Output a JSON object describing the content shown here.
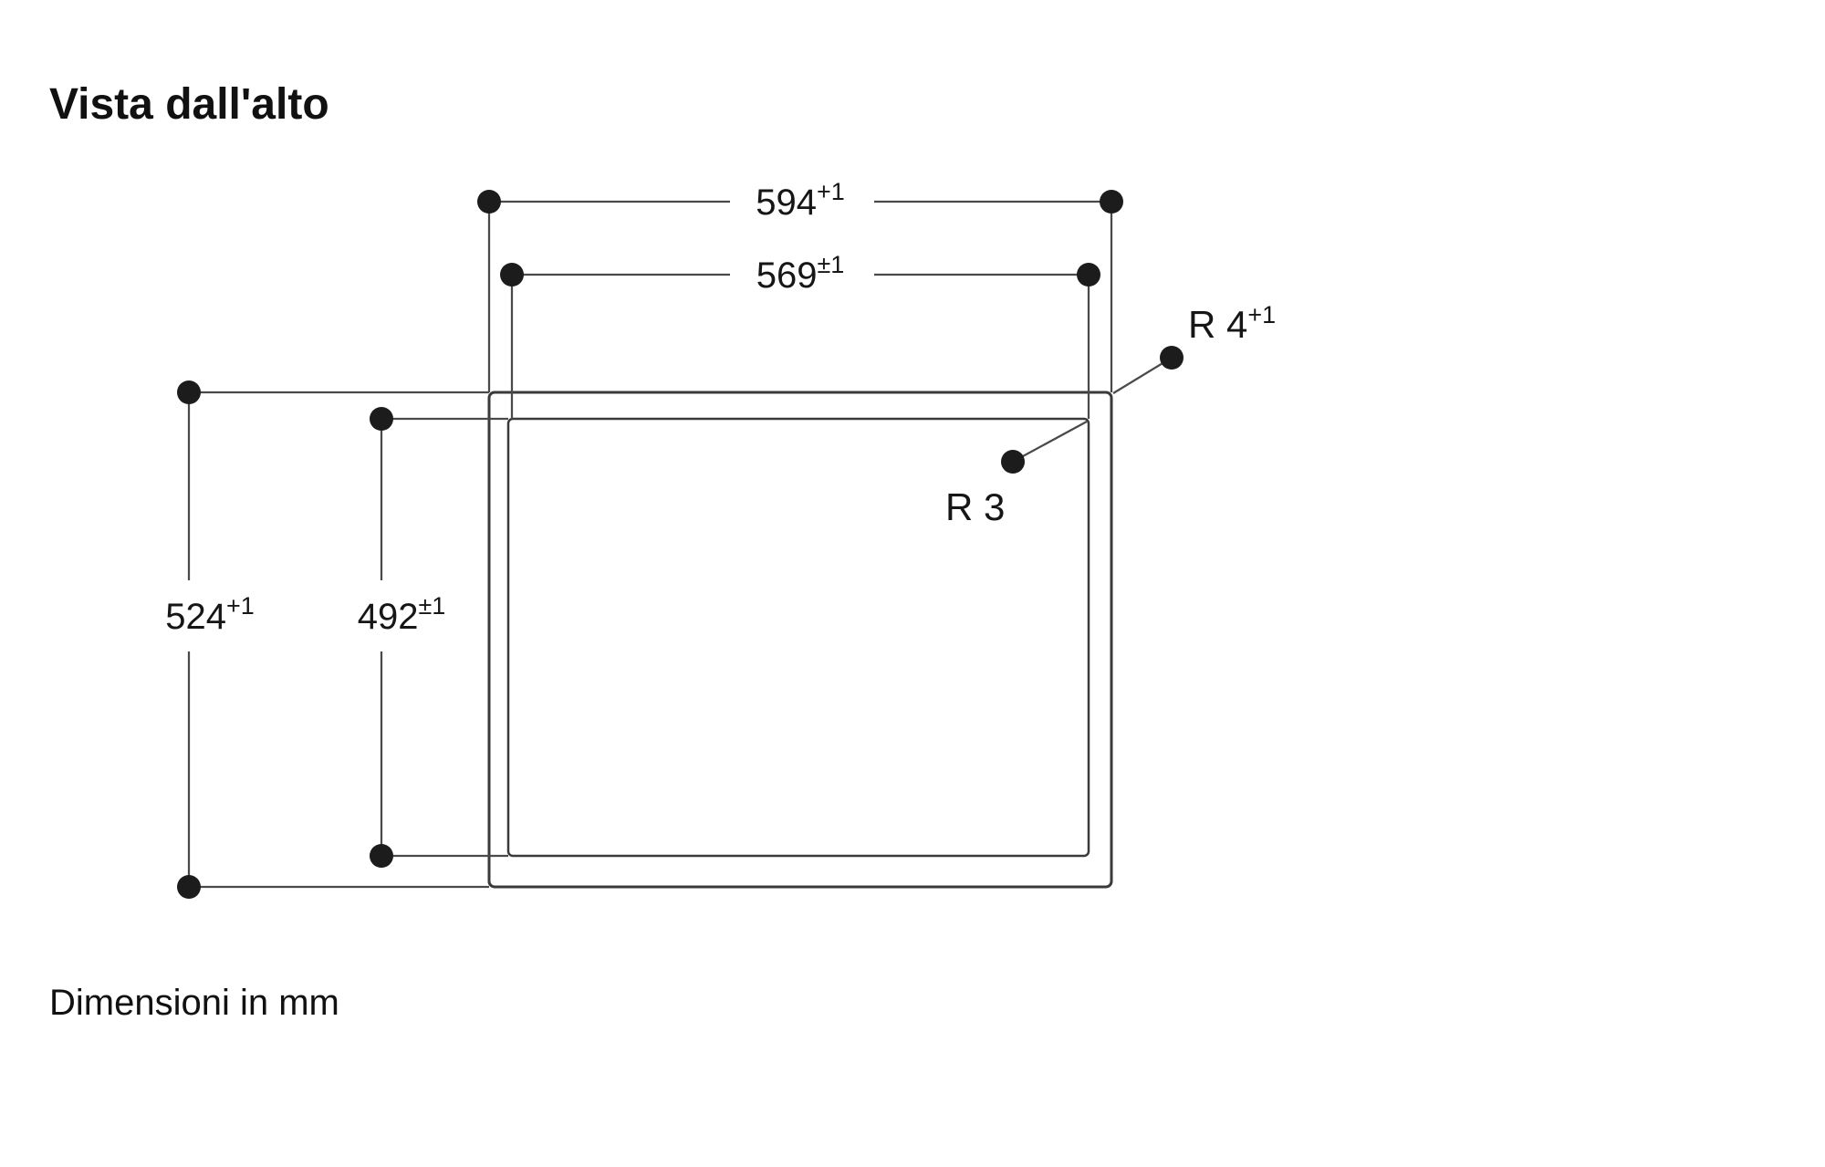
{
  "title": "Vista dall'alto",
  "footer": "Dimensioni in mm",
  "diagram": {
    "type": "installation-cutout-top-view",
    "colors": {
      "line": "#4a4a4a",
      "text": "#111111",
      "dot": "#1c1c1c"
    },
    "dimensions": {
      "outer_width": {
        "value": "594",
        "tolerance": "+1"
      },
      "inner_width": {
        "value": "569",
        "tolerance": "±1"
      },
      "outer_height": {
        "value": "524",
        "tolerance": "+1"
      },
      "inner_height": {
        "value": "492",
        "tolerance": "±1"
      },
      "outer_corner_radius": {
        "value": "R 4",
        "tolerance": "+1"
      },
      "inner_corner_radius": {
        "value": "R 3",
        "tolerance": ""
      }
    }
  }
}
